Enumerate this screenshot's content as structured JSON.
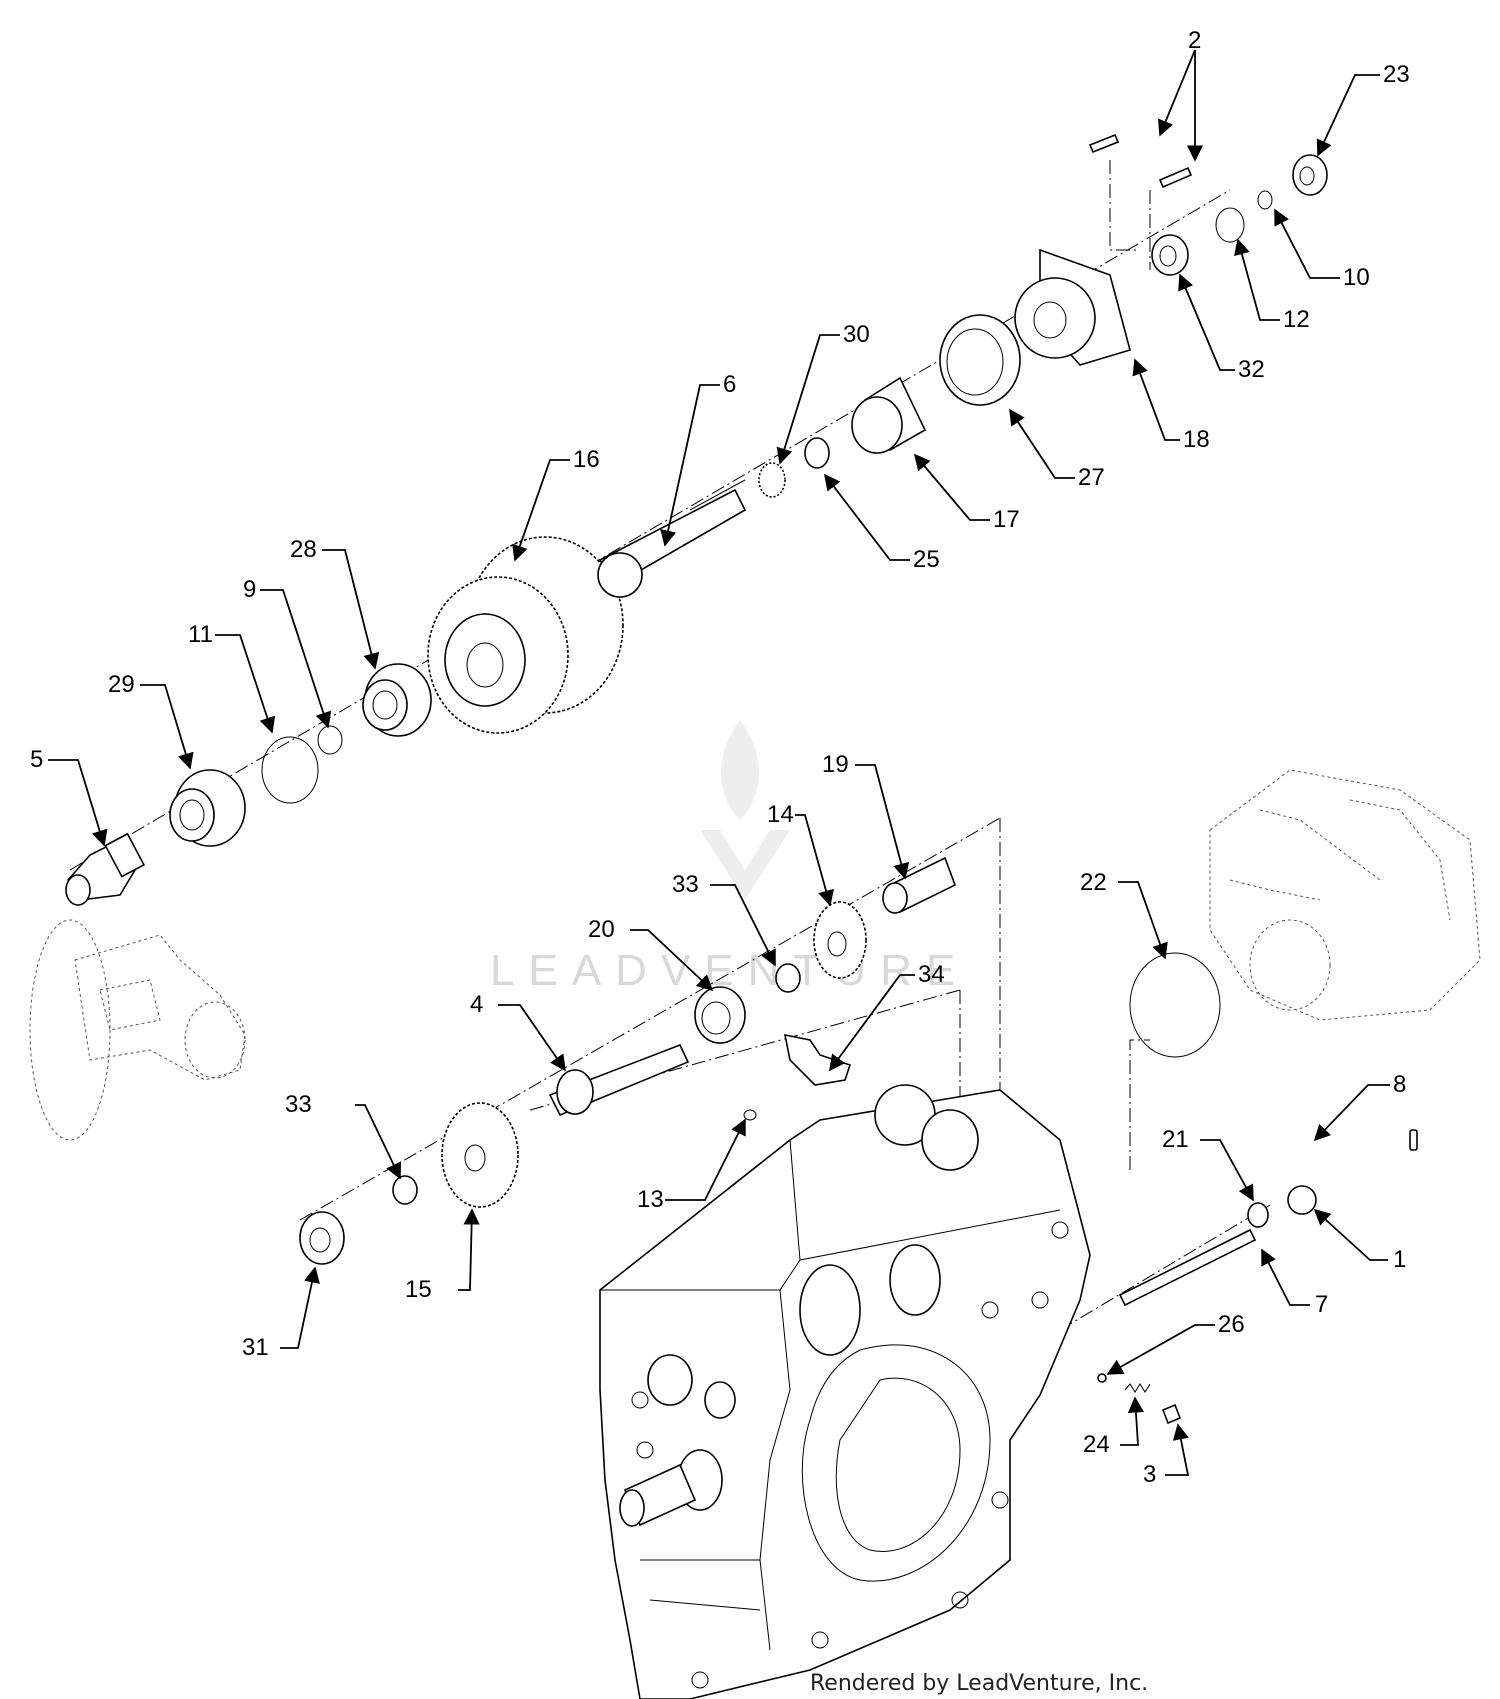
{
  "watermark": "LEADVENTURE",
  "credit": "Rendered by LeadVenture, Inc.",
  "callouts": {
    "c1": "1",
    "c2": "2",
    "c3": "3",
    "c4": "4",
    "c5": "5",
    "c6": "6",
    "c7": "7",
    "c8": "8",
    "c9": "9",
    "c10": "10",
    "c11": "11",
    "c12": "12",
    "c13": "13",
    "c14": "14",
    "c15": "15",
    "c16": "16",
    "c17": "17",
    "c18": "18",
    "c19": "19",
    "c20": "20",
    "c21": "21",
    "c22": "22",
    "c23": "23",
    "c24": "24",
    "c25": "25",
    "c26": "26",
    "c27": "27",
    "c28": "28",
    "c29": "29",
    "c30": "30",
    "c31": "31",
    "c32": "32",
    "c33a": "33",
    "c33b": "33",
    "c34": "34"
  }
}
